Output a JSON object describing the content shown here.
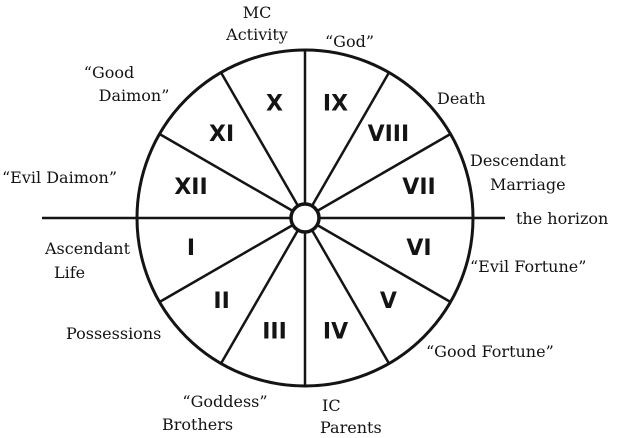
{
  "houses": [
    "I",
    "II",
    "III",
    "IV",
    "V",
    "VI",
    "VII",
    "VIII",
    "IX",
    "X",
    "XI",
    "XII"
  ],
  "labels": {
    "mc": "MC",
    "activity": "Activity",
    "god": "“God”",
    "death": "Death",
    "good_daimon_1": "“Good",
    "good_daimon_2": "Daimon”",
    "descendant": "Descendant",
    "marriage": "Marriage",
    "evil_daimon": "“Evil Daimon”",
    "horizon": "the horizon",
    "ascendant": "Ascendant",
    "life": "Life",
    "evil_fortune": "“Evil Fortune”",
    "possessions": "Possessions",
    "good_fortune": "“Good Fortune”",
    "goddess": "“Goddess”",
    "brothers": "Brothers",
    "ic": "IC",
    "parents": "Parents"
  },
  "colors": {
    "ink": "#141414",
    "background": "#ffffff"
  }
}
